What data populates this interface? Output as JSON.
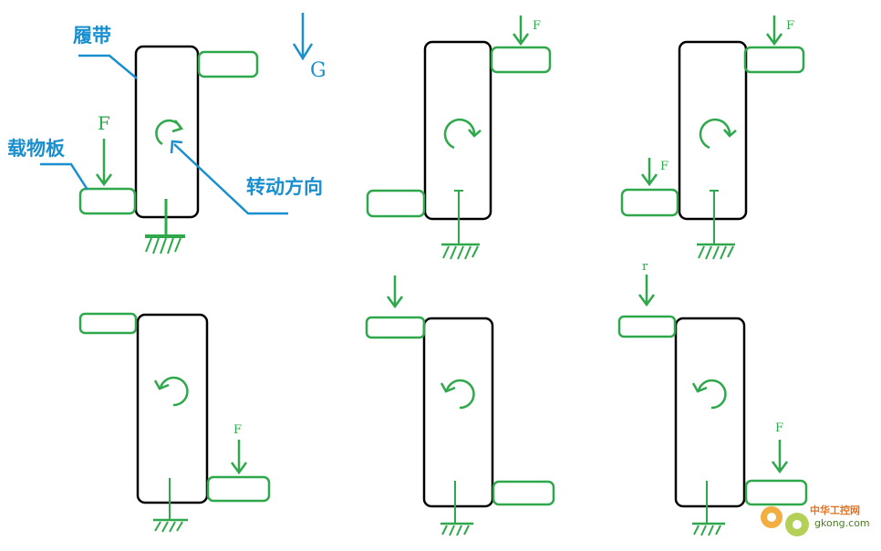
{
  "labels": {
    "track": "履带",
    "carrier_plate": "载物板",
    "rotation_direction": "转动方向",
    "gravity": "G",
    "force": "F",
    "force_alt": "r"
  },
  "watermark": {
    "name": "中华工控网",
    "url": "gkong.com"
  },
  "colors": {
    "belt": "#000000",
    "plate": "#2ea84a",
    "annotation": "#1a8fd0"
  }
}
